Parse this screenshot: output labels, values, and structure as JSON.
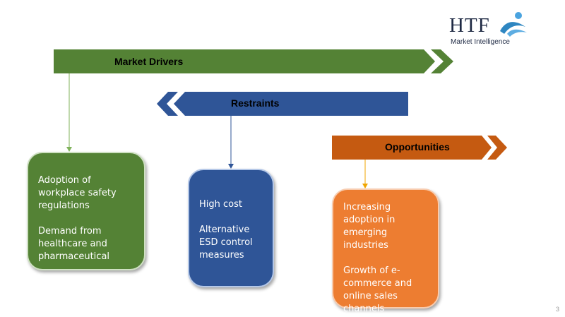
{
  "logo": {
    "letters": "HTF",
    "subtitle": "Market Intelligence"
  },
  "banners": {
    "drivers": {
      "label": "Market Drivers",
      "color": "#548235"
    },
    "restraints": {
      "label": "Restraints",
      "color": "#2f5597"
    },
    "opportunities": {
      "label": "Opportunities",
      "color": "#c55a11"
    }
  },
  "boxes": {
    "drivers": {
      "color": "#548235",
      "items": [
        "Adoption of workplace safety regulations",
        "Demand from healthcare and pharmaceutical"
      ]
    },
    "restraints": {
      "color": "#2f5597",
      "items": [
        "High cost",
        "Alternative ESD control measures"
      ]
    },
    "opportunities": {
      "color": "#ed7d31",
      "items": [
        "Increasing adoption in emerging industries",
        "Growth of e-commerce and online sales channels"
      ]
    }
  },
  "page_number": "3"
}
